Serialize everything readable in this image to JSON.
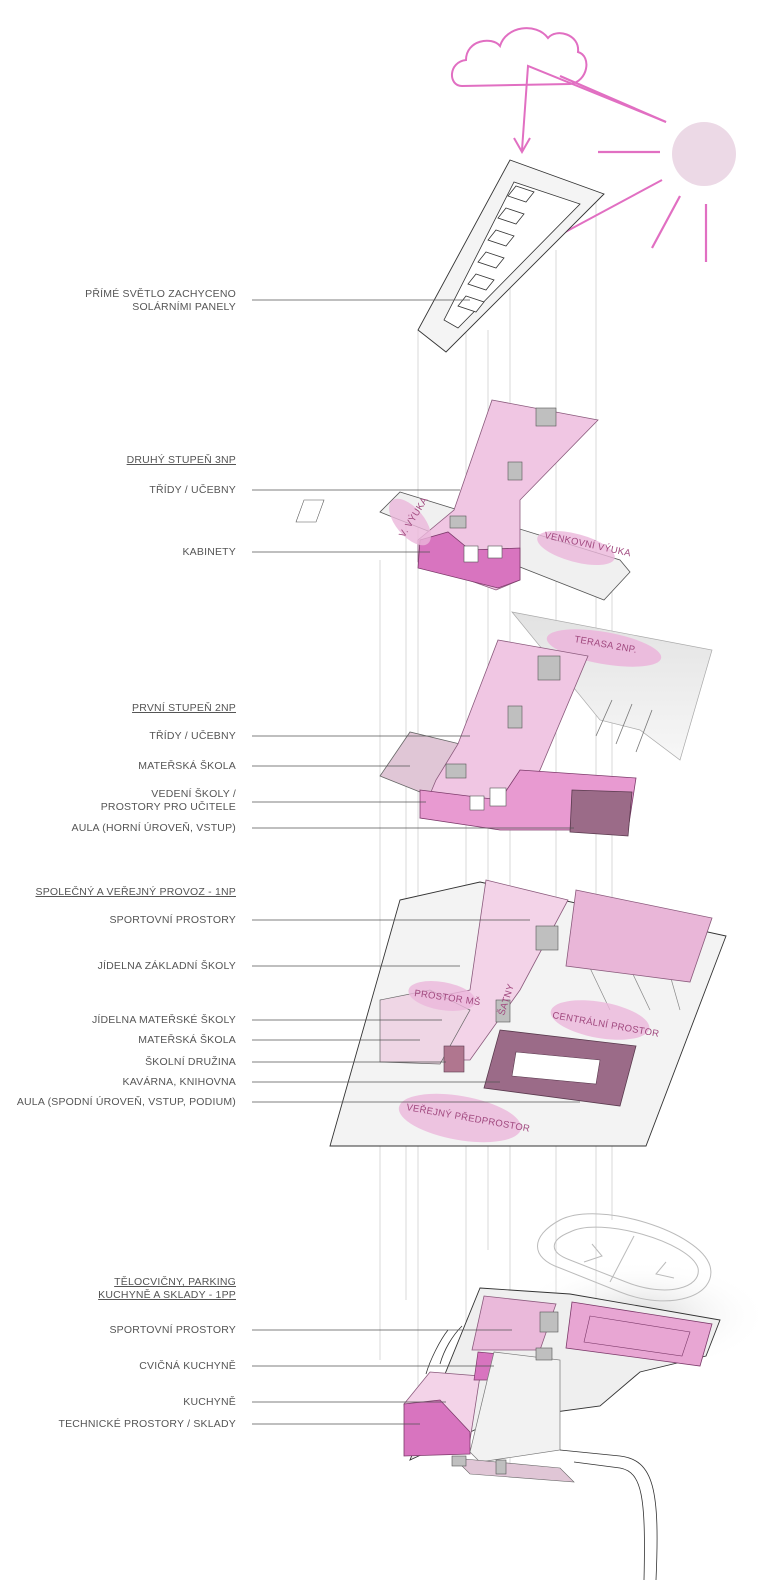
{
  "colors": {
    "accent": "#e16fc2",
    "pink_light": "#f3cde7",
    "pink_mid": "#e8a6d3",
    "pink_dark": "#d67cbd",
    "mauve": "#9b6b88",
    "grey_line": "#555555"
  },
  "icons": {
    "cloud": "cloud-icon",
    "sun": "sun-icon"
  },
  "roof": {
    "label": "PŘÍMÉ SVĚTLO ZACHYCENO\nSOLÁRNÍMI PANELY"
  },
  "level3": {
    "heading": "DRUHÝ STUPEŇ  3NP",
    "labels": [
      "TŘÍDY / UČEBNY",
      "KABINETY"
    ],
    "tags": [
      "V. VÝUKA",
      "VENKOVNÍ VÝUKA"
    ]
  },
  "level2": {
    "heading": "PRVNÍ STUPEŇ  2NP",
    "labels": [
      "TŘÍDY / UČEBNY",
      "MATEŘSKÁ ŠKOLA",
      "VEDENÍ ŠKOLY /\nPROSTORY PRO UČITELE",
      "AULA (HORNÍ ÚROVEŇ, VSTUP)"
    ],
    "tags": [
      "TERASA 2NP."
    ]
  },
  "level1": {
    "heading": "SPOLEČNÝ A VEŘEJNÝ PROVOZ - 1NP",
    "labels": [
      "SPORTOVNÍ PROSTORY",
      "JÍDELNA ZÁKLADNÍ ŠKOLY",
      "JÍDELNA MATEŘSKÉ ŠKOLY",
      "MATEŘSKÁ ŠKOLA",
      "ŠKOLNÍ DRUŽINA",
      "KAVÁRNA, KNIHOVNA",
      "AULA (SPODNÍ ÚROVEŇ, VSTUP, PODIUM)"
    ],
    "tags": [
      "PROSTOR MŠ",
      "ŠATNY",
      "CENTRÁLNÍ PROSTOR",
      "VEŘEJNÝ PŘEDPROSTOR"
    ]
  },
  "basement": {
    "heading": "TĚLOCVIČNY, PARKING\nKUCHYNĚ A SKLADY - 1PP",
    "labels": [
      "SPORTOVNÍ PROSTORY",
      "CVIČNÁ KUCHYNĚ",
      "KUCHYNĚ",
      "TECHNICKÉ PROSTORY / SKLADY"
    ]
  }
}
